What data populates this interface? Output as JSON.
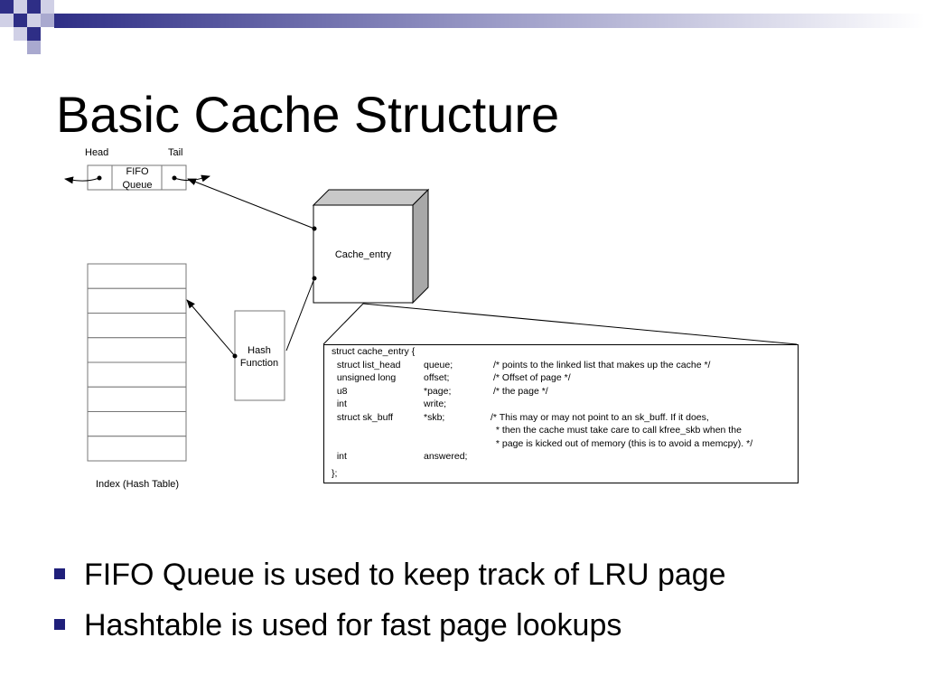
{
  "slide": {
    "title": "Basic Cache Structure",
    "bullets": [
      "FIFO Queue is used to keep track of LRU page",
      "Hashtable is used for fast page lookups"
    ],
    "colors": {
      "bullet": "#1f1f7a",
      "header_square_dark": "#2e2e86",
      "header_square_light": "#a9a9cf"
    }
  },
  "diagram": {
    "queue": {
      "head_label": "Head",
      "tail_label": "Tail",
      "label_line1": "FIFO",
      "label_line2": "Queue"
    },
    "cache_entry_label": "Cache_entry",
    "hash_function_line1": "Hash",
    "hash_function_line2": "Function",
    "hash_table_label": "Index (Hash Table)",
    "hash_table_rows": 8
  },
  "code": {
    "lines": [
      [
        "struct cache_entry {",
        "",
        ""
      ],
      [
        "  struct list_head",
        "queue;",
        "/* points to the linked list that makes up the cache */"
      ],
      [
        "  unsigned long",
        "offset;",
        "/* Offset of page */"
      ],
      [
        "  u8",
        "*page;",
        "/* the page */"
      ],
      [
        "  int",
        "write;",
        ""
      ],
      [
        "  struct sk_buff",
        "*skb;",
        "/* This may or may not point to an sk_buff. If it does,"
      ],
      [
        "",
        "",
        " * then the cache must take care to call kfree_skb when the"
      ],
      [
        "",
        "",
        " * page is kicked out of memory (this is to avoid a memcpy). */"
      ],
      [
        "  int",
        "answered;",
        ""
      ],
      [
        "};",
        "",
        ""
      ]
    ]
  }
}
